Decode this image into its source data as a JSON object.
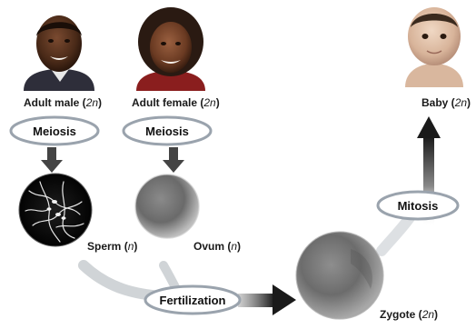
{
  "people": {
    "male": {
      "label": "Adult male",
      "ploidy": "2n"
    },
    "female": {
      "label": "Adult female",
      "ploidy": "2n"
    },
    "baby": {
      "label": "Baby",
      "ploidy": "2n"
    }
  },
  "cells": {
    "sperm": {
      "label": "Sperm",
      "ploidy": "n"
    },
    "ovum": {
      "label": "Ovum",
      "ploidy": "n"
    },
    "zygote": {
      "label": "Zygote",
      "ploidy": "2n"
    }
  },
  "processes": {
    "meiosis_male": "Meiosis",
    "meiosis_female": "Meiosis",
    "fertilization": "Fertilization",
    "mitosis": "Mitosis"
  },
  "colors": {
    "arrow_dark": "#444444",
    "arrow_black": "#222222",
    "bubble_outline": "#9aa3ad",
    "trail": "#c8ccd0"
  }
}
